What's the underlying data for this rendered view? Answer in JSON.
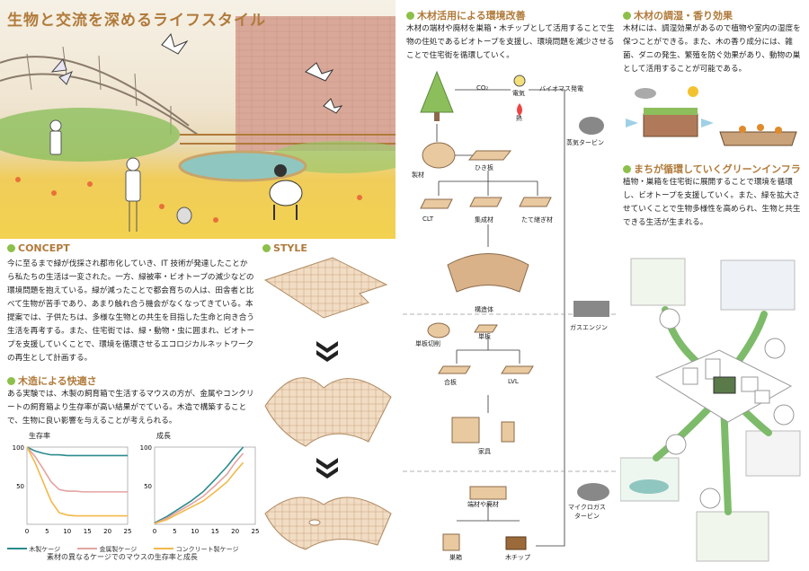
{
  "title": "生物と交流を深めるライフスタイル",
  "concept": {
    "heading": "CONCEPT",
    "body": "今に至るまで緑が伐採され都市化していき、IT 技術が発達したことから私たちの生活は一変された。一方、緑被率・ビオトープの減少などの環境問題を抱えている。緑が減ったことで都会育ちの人は、田舎者と比べて生物が苦手であり、あまり触れ合う機会がなくなってきている。本提案では、子供たちは、多様な生物との共生を目指した生命と向き合う生活を再考する。また、住宅街では、緑・動物・虫に囲まれ、ビオトープを支援していくことで、環境を循環させるエコロジカルネットワークの再生として計画する。"
  },
  "wood_comfort": {
    "heading": "木造による快適さ",
    "body": "ある実験では、木製の飼育箱で生活するマウスの方が、金属やコンクリートの飼育箱より生存率が高い結果がでている。木造で構築することで、生物に良い影響を与えることが考えられる。"
  },
  "style": {
    "heading": "STYLE"
  },
  "wood_use": {
    "heading": "木材活用による環境改善",
    "body": "木材の端材や廃材を巣箱・木チップとして活用することで生物の住処であるビオトープを支援し、環境問題を減少させることで住宅街を循環していく。"
  },
  "humidity": {
    "heading": "木材の調湿・香り効果",
    "body": "木材には、調湿効果があるので植物や室内の湿度を保つことができる。また、木の香り成分には、雑菌、ダニの発生、繁殖を防ぐ効果があり、動物の巣として活用することが可能である。"
  },
  "green_infra": {
    "heading": "まちが循環していくグリーンインフラ",
    "body": "植物・巣箱を住宅街に展開することで環境を循環し、ビオトープを支援していく。また、緑を拡大させていくことで生物多様性を高められ、生物と共生できる生活が生まれる。"
  },
  "flow": {
    "co2": "CO₂",
    "electricity": "電気",
    "heat": "熱",
    "biomass": "バイオマス発電",
    "steam_turbine": "蒸気タービン",
    "gas_engine": "ガスエンジン",
    "micro_gas_turbine": "マイクロガス\nタービン",
    "log": "製材",
    "lumber": "ひき板",
    "clt": "CLT",
    "glulam": "集成材",
    "finger_joint": "たて継ぎ材",
    "structure": "構造体",
    "peeling": "単板切削",
    "veneer": "単板",
    "plywood": "合板",
    "lvl": "LVL",
    "furniture": "家具",
    "offcuts": "端材や廃材",
    "nest_box": "巣箱",
    "wood_chip": "木チップ"
  },
  "chart_data": [
    {
      "type": "line",
      "title": "生存率",
      "x": [
        0,
        2,
        4,
        6,
        8,
        10,
        12,
        14,
        16,
        18,
        20,
        22,
        25
      ],
      "xticks": [
        0,
        5,
        10,
        15,
        20,
        25
      ],
      "yticks": [
        50,
        100
      ],
      "xlim": [
        0,
        25
      ],
      "ylim": [
        0,
        100
      ],
      "series": [
        {
          "name": "木製ケージ",
          "color": "#2a8a8e",
          "values": [
            100,
            95,
            92,
            90,
            90,
            89,
            89,
            89,
            89,
            89,
            89,
            89,
            89
          ]
        },
        {
          "name": "金属製ケージ",
          "color": "#e3a3a0",
          "values": [
            100,
            88,
            72,
            55,
            45,
            43,
            43,
            42,
            42,
            42,
            42,
            42,
            42
          ]
        },
        {
          "name": "コンクリート製ケージ",
          "color": "#f2b84a",
          "values": [
            100,
            80,
            55,
            30,
            15,
            12,
            11,
            11,
            11,
            11,
            11,
            11,
            11
          ]
        }
      ]
    },
    {
      "type": "line",
      "title": "成長",
      "x": [
        0,
        3,
        6,
        9,
        12,
        15,
        18,
        20,
        22
      ],
      "xticks": [
        0,
        5,
        10,
        15,
        20,
        25
      ],
      "yticks": [
        50,
        100
      ],
      "xlim": [
        0,
        25
      ],
      "ylim": [
        0,
        100
      ],
      "series": [
        {
          "name": "木製ケージ",
          "color": "#2a8a8e",
          "values": [
            2,
            10,
            20,
            30,
            42,
            58,
            75,
            88,
            100
          ]
        },
        {
          "name": "金属製ケージ",
          "color": "#e3a3a0",
          "values": [
            1,
            8,
            17,
            26,
            36,
            50,
            65,
            80,
            92
          ]
        },
        {
          "name": "コンクリート製ケージ",
          "color": "#f2b84a",
          "values": [
            1,
            6,
            14,
            22,
            30,
            42,
            55,
            68,
            80
          ]
        }
      ]
    }
  ],
  "legend": {
    "wood": "木製ケージ",
    "metal": "金属製ケージ",
    "concrete": "コンクリート製ケージ",
    "caption": "素材の異なるケージでのマウスの生存率と成長"
  },
  "colors": {
    "heading": "#b07a3a",
    "bullet": "#8cc04a",
    "wood": "#c9a27a",
    "green_arrow": "#7dbb6a"
  }
}
